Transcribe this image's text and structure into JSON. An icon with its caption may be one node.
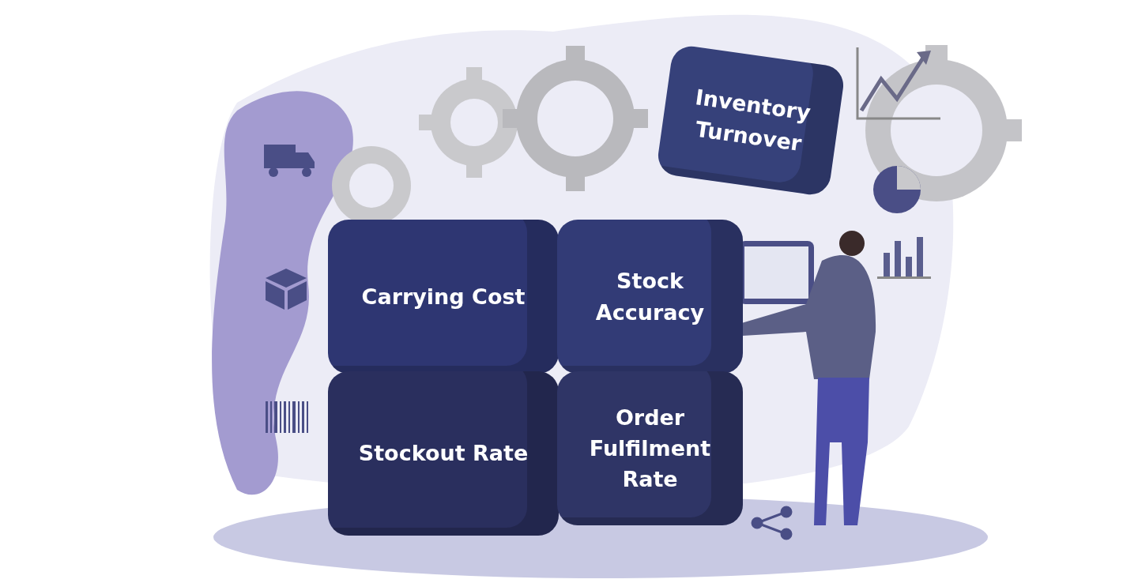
{
  "diagram": {
    "nodes": [
      {
        "text": [
          "Inventory Turnover"
        ]
      },
      {
        "text": [
          "Carrying Cost"
        ]
      },
      {
        "text": [
          "Stock Accuracy"
        ]
      },
      {
        "text": [
          "Stockout Rate"
        ]
      },
      {
        "text": [
          "Order Fulfilment Rate"
        ]
      }
    ]
  }
}
